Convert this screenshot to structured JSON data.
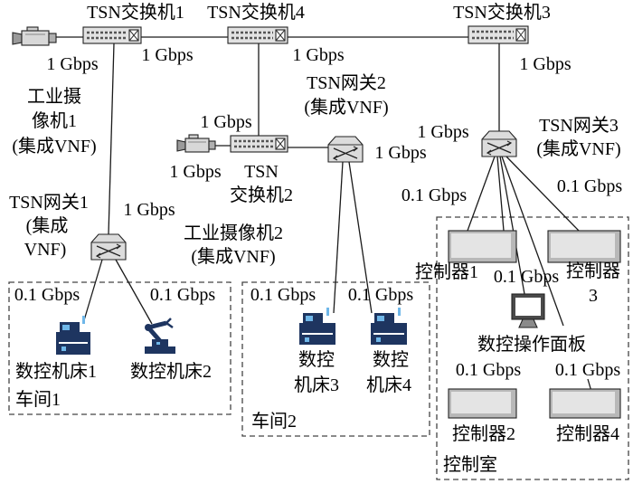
{
  "switches": {
    "s1": "TSN交换机1",
    "s4": "TSN交换机4",
    "s3": "TSN交换机3",
    "s2": [
      "TSN",
      "交换机2"
    ]
  },
  "cameras": {
    "c1": [
      "工业摄",
      "像机1",
      "(集成VNF)"
    ],
    "c2": [
      "工业摄像机2",
      "(集成VNF)"
    ]
  },
  "gateways": {
    "g1": [
      "TSN网关1",
      "(集成",
      "VNF)"
    ],
    "g2": [
      "TSN网关2",
      "(集成VNF)"
    ],
    "g3": [
      "TSN网关3",
      "(集成VNF)"
    ]
  },
  "machines": {
    "m1": "数控机床1",
    "m2": "数控机床2",
    "m3": [
      "数控",
      "机床3"
    ],
    "m4": [
      "数控",
      "机床4"
    ]
  },
  "controllers": {
    "k1": "控制器1",
    "k2": "控制器2",
    "k3": [
      "控制器",
      "3"
    ],
    "k4": "控制器4"
  },
  "panel": "数控操作面板",
  "zones": {
    "workshop_1": "车间1",
    "workshop_2": "车间2",
    "control_room": "控制室"
  },
  "links": {
    "camera1_switch1": "1 Gbps",
    "switch1_switch4": "1 Gbps",
    "switch4_switch3": "1 Gbps",
    "switch3_gateway3_upper": "1 Gbps",
    "switch3_gateway3_lower": "1 Gbps",
    "switch1_gateway1": "1 Gbps",
    "switch4_switch2": "1 Gbps",
    "camera2_switch2": "1 Gbps",
    "switch2_gateway2": "1 Gbps",
    "gateway1_machine1": "0.1 Gbps",
    "gateway1_machine2": "0.1 Gbps",
    "gateway2_machine3": "0.1 Gbps",
    "gateway2_machine4": "0.1 Gbps",
    "gateway3_controller1": "0.1 Gbps",
    "gateway3_controller3": "0.1 Gbps",
    "gateway3_panel": "0.1 Gbps",
    "gateway3_controller2": "0.1 Gbps",
    "gateway3_controller4": "0.1 Gbps"
  }
}
